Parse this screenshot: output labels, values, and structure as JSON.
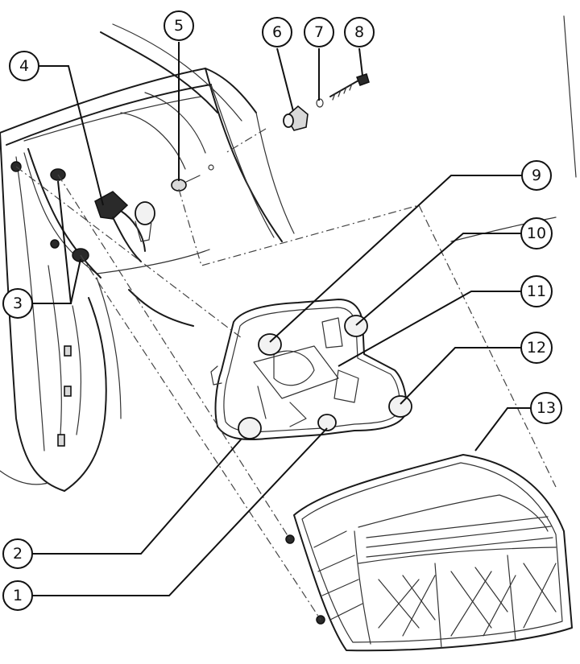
{
  "callouts": [
    {
      "number": "1",
      "part": "lamp-holder-bulb"
    },
    {
      "number": "2",
      "part": "bulb"
    },
    {
      "number": "3",
      "part": "fixing-studs"
    },
    {
      "number": "4",
      "part": "wiring-connector"
    },
    {
      "number": "5",
      "part": "fixing-nut"
    },
    {
      "number": "6",
      "part": "rubber-bush"
    },
    {
      "number": "7",
      "part": "washer"
    },
    {
      "number": "8",
      "part": "bolt"
    },
    {
      "number": "9",
      "part": "bulb"
    },
    {
      "number": "10",
      "part": "bulb"
    },
    {
      "number": "11",
      "part": "bulb-holder-board"
    },
    {
      "number": "12",
      "part": "bulb"
    },
    {
      "number": "13",
      "part": "tail-light-lens"
    }
  ],
  "colors": {
    "line": "#1a1a1a",
    "background": "#ffffff"
  }
}
